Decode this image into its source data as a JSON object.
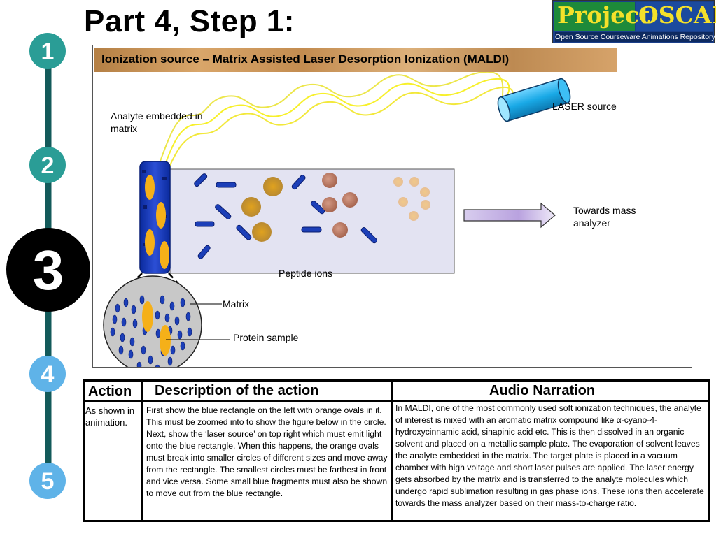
{
  "slide": {
    "title": "Part 4, Step 1:",
    "banner": "Ionization source – Matrix Assisted Laser Desorption Ionization (MALDI)"
  },
  "logo": {
    "word1": "Project",
    "word2": "OSCAR",
    "subtitle": "Open Source Courseware Animations Repository"
  },
  "steps": [
    {
      "number": "1",
      "color": "#2a9d96",
      "current": false
    },
    {
      "number": "2",
      "color": "#2a9d96",
      "current": false
    },
    {
      "number": "3",
      "color": "#000000",
      "current": true
    },
    {
      "number": "4",
      "color": "#5fb3e8",
      "current": false
    },
    {
      "number": "5",
      "color": "#5fb3e8",
      "current": false
    }
  ],
  "diagram": {
    "labels": {
      "analyte_line1": "Analyte embedded in",
      "analyte_line2": "matrix",
      "laser": "LASER source",
      "towards_line1": "Towards mass",
      "towards_line2": "analyzer",
      "peptide_ions": "Peptide ions",
      "matrix": "Matrix",
      "protein_sample": "Protein sample"
    },
    "colors": {
      "matrix_blue": "#1c3fb8",
      "analyte_orange": "#f5b019",
      "laser_cyan": "#19a9e6",
      "light_yellow": "#f7f02a",
      "chamber": "#e3e3f2",
      "zoom_circle": "#c8c8c8"
    }
  },
  "table": {
    "headers": {
      "action": "Action",
      "description": "Description of the action",
      "audio": "Audio Narration"
    },
    "row": {
      "action": "As shown in animation.",
      "description": "First show the blue rectangle on the left with orange ovals in it. This must be zoomed into to show the figure below in the circle. Next, show the ‘laser source’ on top right which must emit light onto the blue rectangle. When this happens, the orange ovals must break into smaller circles of different sizes and move away from the rectangle. The smallest circles must be farthest in front and vice versa. Some small blue fragments must also be shown to move out from the blue rectangle.",
      "audio": "In MALDI, one of the most commonly used soft ionization techniques, the analyte of interest is mixed with an aromatic matrix compound like α-cyano-4-hydroxycinnamic acid, sinapinic acid etc. This is then dissolved in an organic solvent and placed on a metallic sample plate. The evaporation of solvent leaves the analyte embedded in the matrix. The target plate is placed in a vacuum chamber with high voltage and short laser pulses are applied. The laser energy gets absorbed by the matrix and is transferred to the analyte molecules which undergo rapid sublimation resulting in gas phase ions. These ions then accelerate towards the mass analyzer based on their mass-to-charge ratio."
    }
  }
}
